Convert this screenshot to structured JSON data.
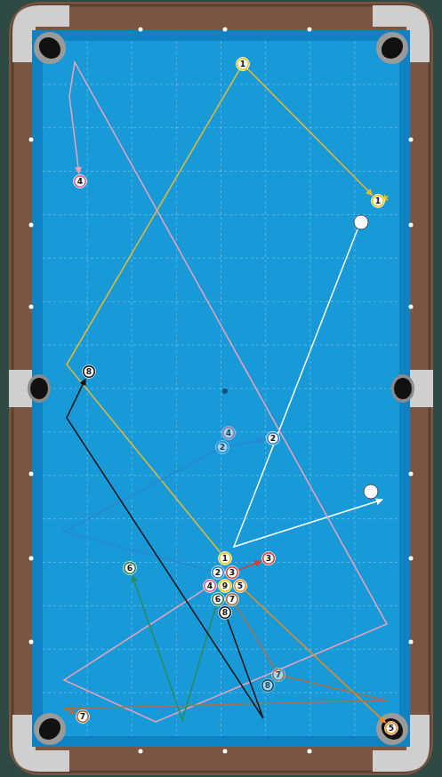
{
  "diagram": {
    "nodes": [
      {
        "text": [
          "1"
        ]
      },
      {
        "text": [
          "1"
        ]
      },
      {
        "text": [
          "4"
        ]
      },
      {
        "text": [
          "8"
        ]
      },
      {
        "text": [
          "4"
        ]
      },
      {
        "text": [
          "2"
        ]
      },
      {
        "text": [
          "2"
        ]
      },
      {
        "text": [
          "1"
        ]
      },
      {
        "text": [
          "3"
        ]
      },
      {
        "text": [
          "6"
        ]
      },
      {
        "text": [
          "2"
        ]
      },
      {
        "text": [
          "3"
        ]
      },
      {
        "text": [
          "4"
        ]
      },
      {
        "text": [
          "9"
        ]
      },
      {
        "text": [
          "5"
        ]
      },
      {
        "text": [
          "6"
        ]
      },
      {
        "text": [
          "7"
        ]
      },
      {
        "text": [
          "8"
        ]
      },
      {
        "text": [
          "7"
        ]
      },
      {
        "text": [
          "8"
        ]
      },
      {
        "text": [
          "7"
        ]
      },
      {
        "text": [
          "5"
        ]
      }
    ],
    "edges": [
      {
        "from": 7,
        "to": 1,
        "arrow": "to"
      },
      {
        "from": 10,
        "to": 5,
        "arrow": "to"
      },
      {
        "from": 11,
        "to": 8,
        "arrow": "to"
      },
      {
        "from": 12,
        "to": 2,
        "arrow": "to"
      },
      {
        "from": 14,
        "to": 21,
        "arrow": "to"
      },
      {
        "from": 15,
        "to": 9,
        "arrow": "to"
      },
      {
        "from": 16,
        "to": 20,
        "arrow": "to"
      },
      {
        "from": 17,
        "to": 3,
        "arrow": "to"
      }
    ]
  }
}
